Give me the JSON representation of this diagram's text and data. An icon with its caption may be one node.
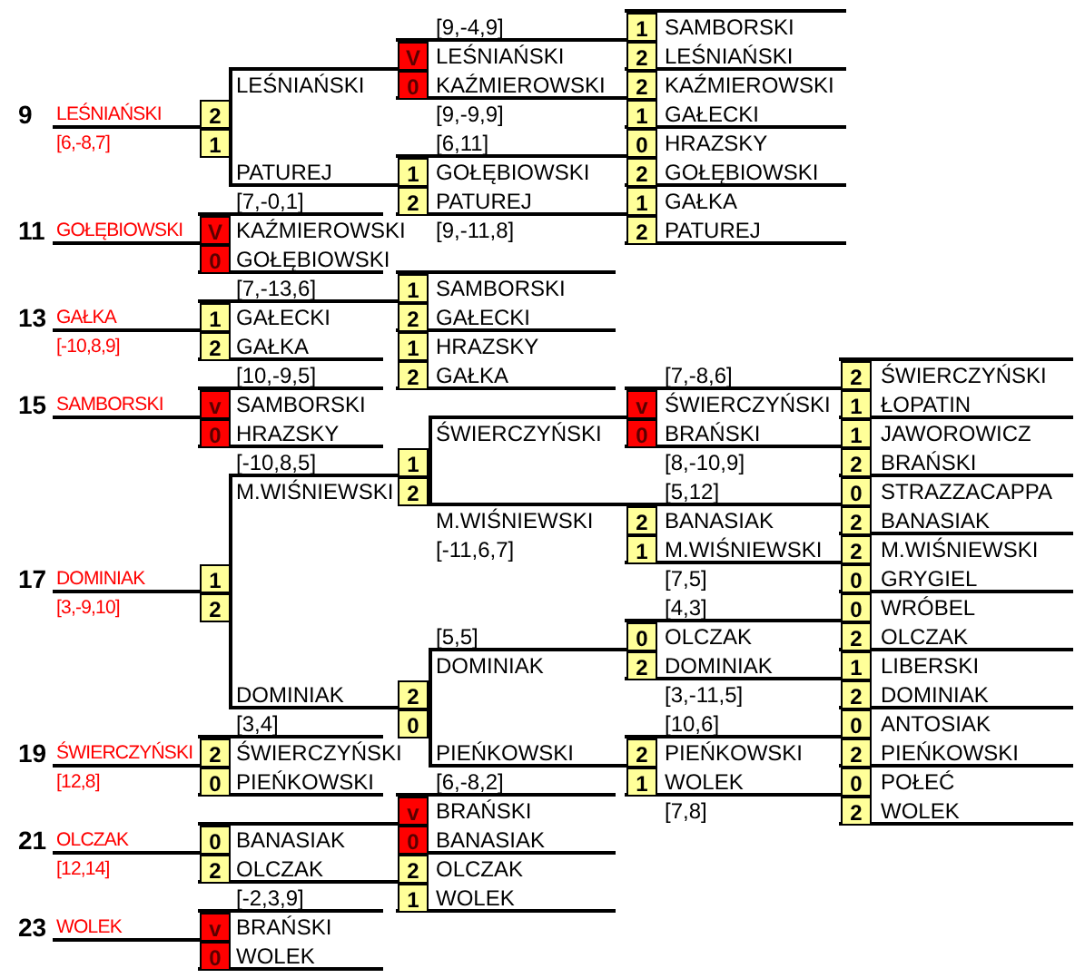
{
  "diagram": {
    "labels": [
      "[9,-4,9]",
      "1",
      "SAMBORSKI",
      "V",
      "LEŚNIAŃSKI",
      "2",
      "LEŚNIAŃSKI",
      "LEŚNIAŃSKI",
      "0",
      "KAŹMIEROWSKI",
      "2",
      "KAŹMIEROWSKI",
      "9",
      "LEŚNIAŃSKI",
      "2",
      "[9,-9,9]",
      "1",
      "GAŁECKI",
      "[6,-8,7]",
      "1",
      "[6,11]",
      "0",
      "HRAZSKY",
      "PATUREJ",
      "1",
      "GOŁĘBIOWSKI",
      "2",
      "GOŁĘBIOWSKI",
      "[7,-0,1]",
      "2",
      "PATUREJ",
      "1",
      "GAŁKA",
      "11",
      "GOŁĘBIOWSKI",
      "V",
      "KAŹMIEROWSKI",
      "[9,-11,8]",
      "2",
      "PATUREJ",
      "0",
      "GOŁĘBIOWSKI",
      "[7,-13,6]",
      "1",
      "SAMBORSKI",
      "13",
      "GAŁKA",
      "1",
      "GAŁECKI",
      "2",
      "GAŁECKI",
      "[-10,8,9]",
      "2",
      "GAŁKA",
      "1",
      "HRAZSKY",
      "[10,-9,5]",
      "2",
      "GAŁKA",
      "[7,-8,6]",
      "2",
      "ŚWIERCZYŃSKI",
      "15",
      "SAMBORSKI",
      "v",
      "SAMBORSKI",
      "v",
      "ŚWIERCZYŃSKI",
      "1",
      "ŁOPATIN",
      "0",
      "HRAZSKY",
      "ŚWIERCZYŃSKI",
      "0",
      "BRAŃSKI",
      "1",
      "JAWOROWICZ",
      "[-10,8,5]",
      "1",
      "[8,-10,9]",
      "2",
      "BRAŃSKI",
      "M.WIŚNIEWSKI",
      "2",
      "[5,12]",
      "0",
      "STRAZZACAPPA",
      "M.WIŚNIEWSKI",
      "2",
      "BANASIAK",
      "2",
      "BANASIAK",
      "[-11,6,7]",
      "1",
      "M.WIŚNIEWSKI",
      "2",
      "M.WIŚNIEWSKI",
      "17",
      "DOMINIAK",
      "1",
      "[7,5]",
      "0",
      "GRYGIEL",
      "[3,-9,10]",
      "2",
      "[4,3]",
      "0",
      "WRÓBEL",
      "[5,5]",
      "0",
      "OLCZAK",
      "2",
      "OLCZAK",
      "DOMINIAK",
      "2",
      "DOMINIAK",
      "1",
      "LIBERSKI",
      "DOMINIAK",
      "2",
      "[3,-11,5]",
      "2",
      "DOMINIAK",
      "[3,4]",
      "0",
      "[10,6]",
      "0",
      "ANTOSIAK",
      "19",
      "ŚWIERCZYŃSKI",
      "2",
      "ŚWIERCZYŃSKI",
      "PIEŃKOWSKI",
      "2",
      "PIEŃKOWSKI",
      "2",
      "PIEŃKOWSKI",
      "[12,8]",
      "0",
      "PIEŃKOWSKI",
      "[6,-8,2]",
      "1",
      "WOLEK",
      "0",
      "POŁEĆ",
      "v",
      "BRAŃSKI",
      "[7,8]",
      "2",
      "WOLEK",
      "21",
      "OLCZAK",
      "0",
      "BANASIAK",
      "0",
      "BANASIAK",
      "[12,14]",
      "2",
      "OLCZAK",
      "2",
      "OLCZAK",
      "[-2,3,9]",
      "1",
      "WOLEK",
      "23",
      "WOLEK",
      "v",
      "BRAŃSKI",
      "0",
      "WOLEK"
    ]
  }
}
